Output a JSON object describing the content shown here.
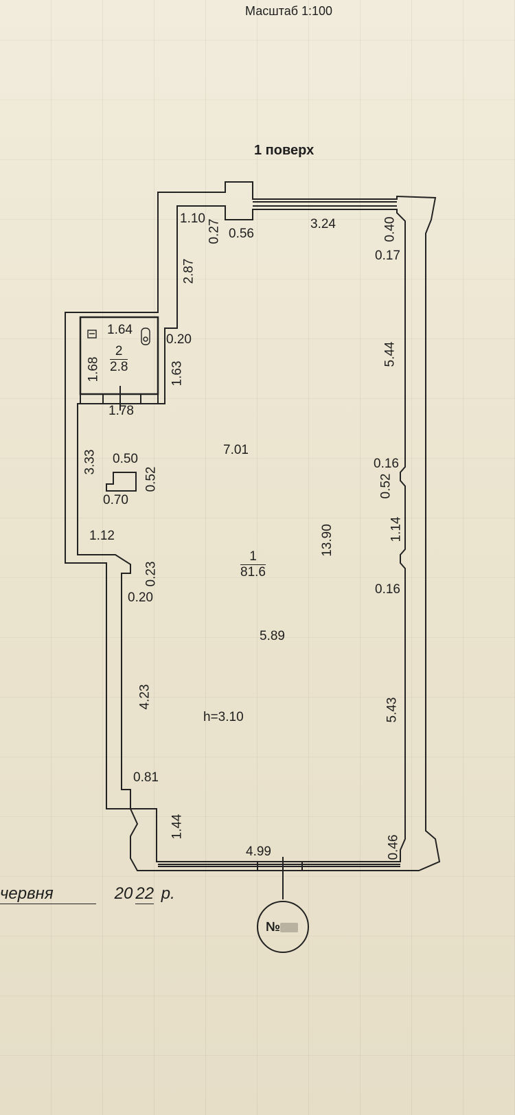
{
  "header": {
    "scale": "Масштаб 1:100",
    "floor": "1 поверх"
  },
  "rooms": {
    "main": {
      "number": "1",
      "area": "81.6"
    },
    "wc": {
      "number": "2",
      "area": "2.8"
    }
  },
  "dims": {
    "d110": "1.10",
    "d027": "0.27",
    "d056": "0.56",
    "d324": "3.24",
    "d040": "0.40",
    "d017": "0.17",
    "d287": "2.87",
    "d164": "1.64",
    "d168": "1.68",
    "d020a": "0.20",
    "d163": "1.63",
    "d178": "1.78",
    "d544": "5.44",
    "d701": "7.01",
    "d333": "3.33",
    "d050": "0.50",
    "d052a": "0.52",
    "d070": "0.70",
    "d016a": "0.16",
    "d052b": "0.52",
    "d114": "1.14",
    "d112": "1.12",
    "d1390": "13.90",
    "d023": "0.23",
    "d020b": "0.20",
    "d016b": "0.16",
    "d589": "5.89",
    "d423": "4.23",
    "d543": "5.43",
    "height": "h=3.10",
    "d081": "0.81",
    "d144": "1.44",
    "d046": "0.46",
    "d499": "4.99"
  },
  "marker": {
    "text": "№"
  },
  "footer": {
    "month": "червня",
    "year_prefix": "20",
    "year_suffix": "22",
    "suffix": "р."
  }
}
